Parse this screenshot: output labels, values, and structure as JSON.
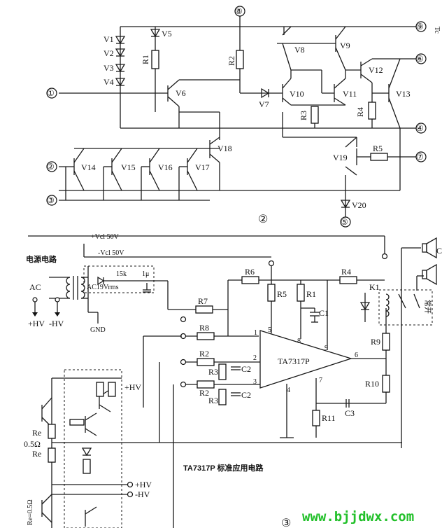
{
  "circuit_top": {
    "terminals": {
      "t1": "①",
      "t2": "②",
      "t3": "③",
      "t4": "④",
      "t5": "⑤",
      "t6": "⑥",
      "t7": "⑦",
      "t8": "⑧",
      "t9": "⑨"
    },
    "diodes": {
      "v1": "V1",
      "v2": "V2",
      "v3": "V3",
      "v4": "V4",
      "v5": "V5",
      "v7": "V7",
      "v20": "V20"
    },
    "transistors": {
      "v6": "V6",
      "v8": "V8",
      "v9": "V9",
      "v10": "V10",
      "v11": "V11",
      "v12": "V12",
      "v13": "V13",
      "v14": "V14",
      "v15": "V15",
      "v16": "V16",
      "v17": "V17",
      "v18": "V18",
      "v19": "V19"
    },
    "resistors": {
      "r1": "R1",
      "r2": "R2",
      "r3": "R3",
      "r4": "R4",
      "r5": "R5"
    },
    "figure_marker": "②"
  },
  "circuit_bottom": {
    "supply_pos": "+Vcl 50V",
    "supply_neg": "-Vcl 50V",
    "power_section_label": "电源电路",
    "ac_label": "AC",
    "ac_rms_label": "AC19Vrms",
    "resistor_15k": "15k",
    "cap_1u": "1μ",
    "gnd_label": "GND",
    "hv_pos": "+HV",
    "hv_neg": "-HV",
    "ic_name": "TA7317P",
    "pins": {
      "p1": "1",
      "p2": "2",
      "p3": "3",
      "p4": "4",
      "p5": "5",
      "p6": "6",
      "p7": "7",
      "p8": "8",
      "p9": "9"
    },
    "resistors": {
      "r1": "R1",
      "r2a": "R2",
      "r2b": "R2",
      "r3a": "R3",
      "r3b": "R3",
      "r4": "R4",
      "r5": "R5",
      "r6": "R6",
      "r7": "R7",
      "r8": "R8",
      "r9": "R9",
      "r10": "R10",
      "r11": "R11"
    },
    "caps": {
      "c1": "C1",
      "c2a": "C2",
      "c2b": "C2",
      "c3": "C3"
    },
    "relay": "K1",
    "relay_state": "常开",
    "speaker_label": "C",
    "re_top": "Re",
    "re_value_top": "0.5Ω",
    "re_mid": "Re",
    "re_value_bottom": "Re=0.5Ω",
    "stage_hv_pos": "+HV",
    "stage_hv_pos2": "+HV",
    "stage_hv_neg2": "-HV",
    "caption": "TA7317P 标准应用电路",
    "figure_marker": "③"
  },
  "watermark": "www.bjjdwx.com",
  "edge_text": "Tc"
}
